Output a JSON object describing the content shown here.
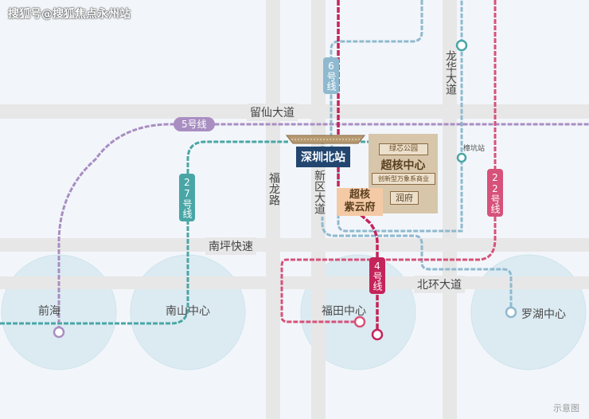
{
  "watermark": "搜狐号@搜狐焦点永州站",
  "hub": {
    "name": "深圳北站"
  },
  "lines": {
    "l6": {
      "label": "6号线",
      "color": "#8fb9cf"
    },
    "l5": {
      "label": "5号线",
      "color": "#a98ec2"
    },
    "l27": {
      "label": "27号线",
      "color": "#4aa6a6"
    },
    "l22": {
      "label": "22号线",
      "color": "#d6527a"
    },
    "l4": {
      "label": "4号线",
      "color": "#c4245a"
    }
  },
  "roads": {
    "liuxian": "留仙大道",
    "nanping": "南坪快速",
    "beihuan": "北环大道",
    "fulong": "福龙路",
    "xinqu": "新区大道",
    "longhua": "龙华大道"
  },
  "districts": {
    "qianhai": "前海",
    "nanshan": "南山中心",
    "futian": "福田中心",
    "luohu": "罗湖中心"
  },
  "stations": {
    "zhangkeng": "樟坑站"
  },
  "core": {
    "tag": "绿芯公园",
    "title": "超核中心",
    "sub": "创新型万象系商业",
    "runfu": "润府"
  },
  "project": {
    "line1": "超核",
    "line2": "紫云府"
  },
  "note": "示意图"
}
